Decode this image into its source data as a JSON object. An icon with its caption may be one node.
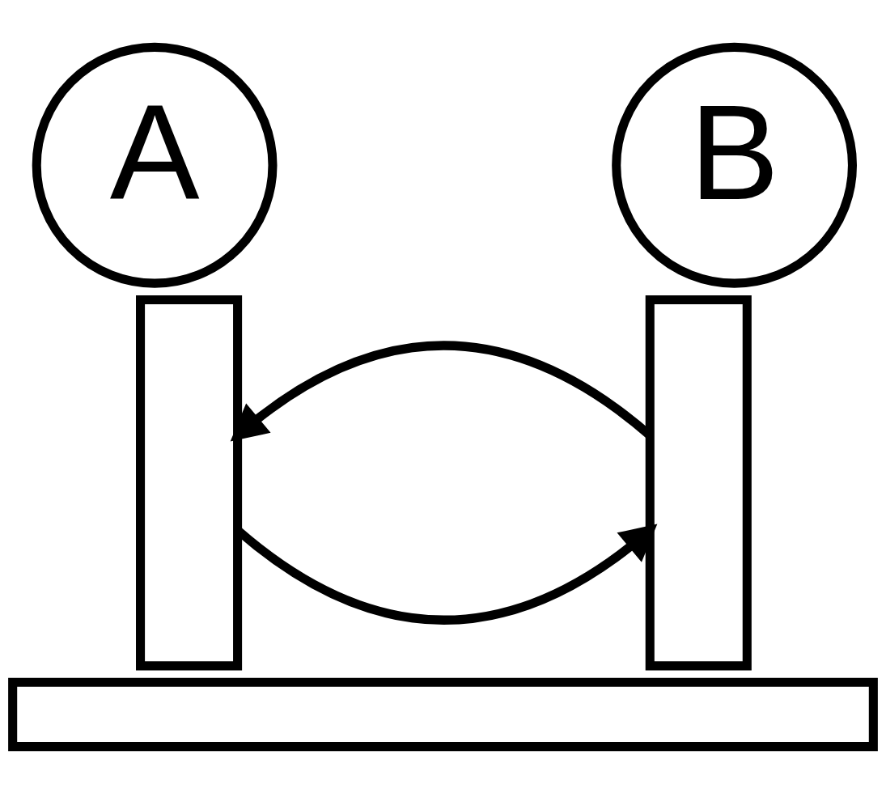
{
  "diagram": {
    "nodes": [
      {
        "text": [
          "A"
        ]
      },
      {
        "text": [
          "B"
        ]
      },
      {
        "text": [],
        "shape": "bar"
      },
      {
        "text": [],
        "shape": "bar"
      },
      {
        "text": [],
        "shape": "bar"
      }
    ],
    "edges": [
      {
        "from": 2,
        "to": 3,
        "arrow": "to"
      },
      {
        "from": 3,
        "to": 2,
        "arrow": "to"
      }
    ]
  }
}
